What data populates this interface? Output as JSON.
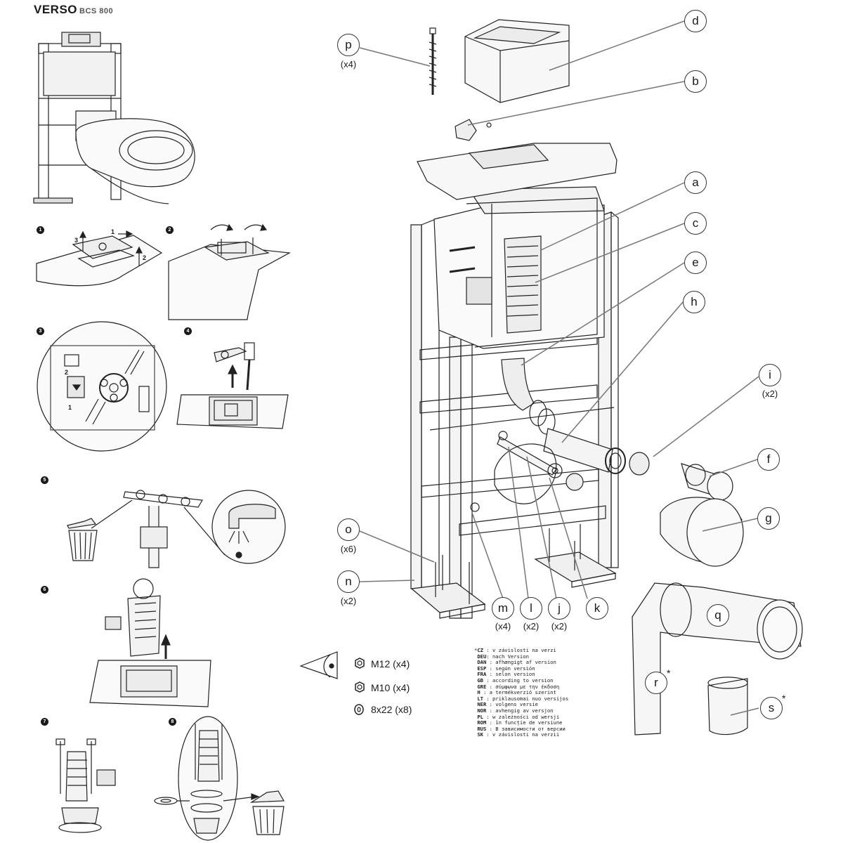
{
  "title": {
    "brand": "VERSO",
    "model": "BCS 800"
  },
  "steps": [
    "1",
    "2",
    "3",
    "4",
    "5",
    "6",
    "7",
    "8"
  ],
  "step1_arrows": [
    "1",
    "2",
    "3"
  ],
  "step3_labels": [
    "2",
    "1"
  ],
  "callouts": [
    {
      "letter": "p",
      "qty": "(x4)"
    },
    {
      "letter": "d",
      "qty": ""
    },
    {
      "letter": "b",
      "qty": ""
    },
    {
      "letter": "a",
      "qty": ""
    },
    {
      "letter": "c",
      "qty": ""
    },
    {
      "letter": "e",
      "qty": ""
    },
    {
      "letter": "h",
      "qty": ""
    },
    {
      "letter": "i",
      "qty": "(x2)"
    },
    {
      "letter": "f",
      "qty": ""
    },
    {
      "letter": "g",
      "qty": ""
    },
    {
      "letter": "o",
      "qty": "(x6)"
    },
    {
      "letter": "n",
      "qty": "(x2)"
    },
    {
      "letter": "m",
      "qty": "(x4)"
    },
    {
      "letter": "l",
      "qty": "(x2)"
    },
    {
      "letter": "j",
      "qty": "(x2)"
    },
    {
      "letter": "k",
      "qty": ""
    },
    {
      "letter": "q",
      "qty": ""
    },
    {
      "letter": "r",
      "qty": ""
    },
    {
      "letter": "s",
      "qty": ""
    }
  ],
  "version_star": "*",
  "fasteners": [
    {
      "label": "M12 (x4)",
      "icon": "hex-nut-icon"
    },
    {
      "label": "M10 (x4)",
      "icon": "hex-nut-icon"
    },
    {
      "label": "8x22 (x8)",
      "icon": "washer-icon"
    }
  ],
  "versions": [
    {
      "code": "CZ",
      "text": "v závislosti na verzi"
    },
    {
      "code": "DEU",
      "text": "nach Version"
    },
    {
      "code": "DAN",
      "text": "afhængigt af version"
    },
    {
      "code": "ESP",
      "text": "según versión"
    },
    {
      "code": "FRA",
      "text": "selon version"
    },
    {
      "code": "GB",
      "text": "according to version"
    },
    {
      "code": "GRE",
      "text": "σύμφωνα με την έκδοση"
    },
    {
      "code": "H",
      "text": "a termékverzió szerint"
    },
    {
      "code": "LT",
      "text": "priklausomai nuo versijos"
    },
    {
      "code": "NER",
      "text": "volgens versie"
    },
    {
      "code": "NOR",
      "text": "avhengig av versjon"
    },
    {
      "code": "PL",
      "text": "w zależności od wersji"
    },
    {
      "code": "ROM",
      "text": "în funcție de versiune"
    },
    {
      "code": "RUS",
      "text": "В зависимости от версии"
    },
    {
      "code": "SK",
      "text": "v závislosti na verzii"
    }
  ]
}
